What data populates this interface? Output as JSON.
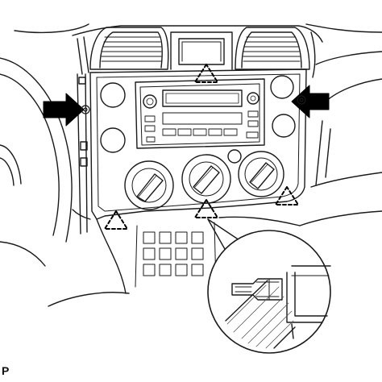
{
  "figure": {
    "corner_label": "P"
  },
  "colors": {
    "line": "#1a1a1a",
    "hatch": "#555555",
    "background": "#ffffff",
    "arrow": "#000000"
  },
  "callouts": {
    "push_arrows": [
      "push-arrow-left",
      "push-arrow-right"
    ],
    "clip_markers": [
      "clip-marker-top",
      "clip-marker-bottom-left",
      "clip-marker-bottom-center",
      "clip-marker-bottom-right"
    ],
    "detail": "clip-detail-magnifier"
  }
}
